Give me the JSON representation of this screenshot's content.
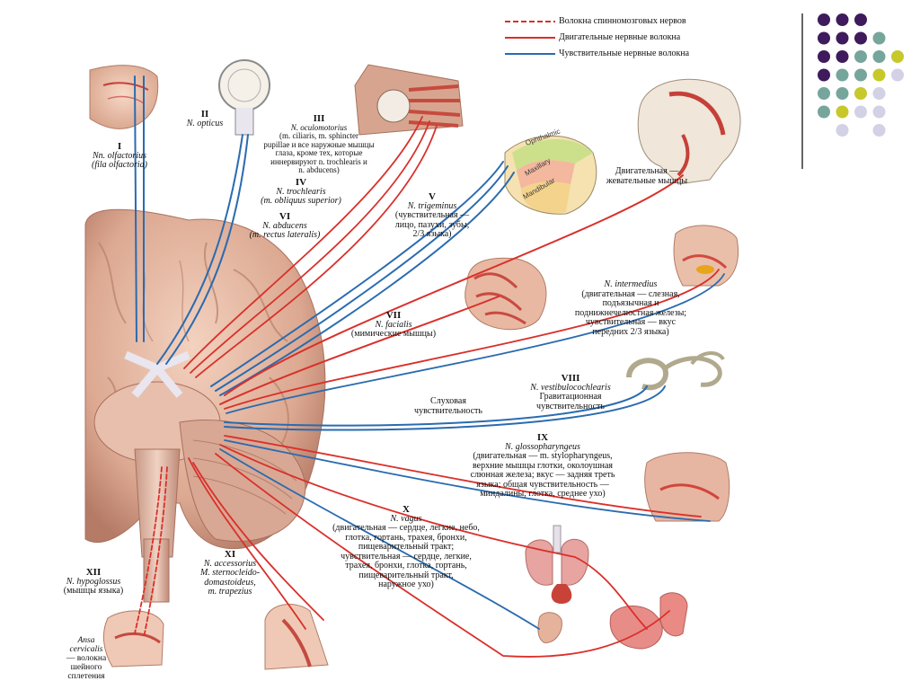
{
  "legend": {
    "spinomotor": "Волокна спинномозговых нервов",
    "motor": "Двигательные нервные волокна",
    "sensory": "Чувствительные нервные волокна"
  },
  "colors": {
    "motor": "#d9302a",
    "sensory": "#2a6bb0",
    "dot_purple": "#3f1a5c",
    "dot_teal": "#76a59c",
    "dot_yellow": "#c7c82a",
    "dot_lavender": "#d2d1e6"
  },
  "decor_dots": [
    [
      "purple",
      "purple",
      "purple",
      null,
      null
    ],
    [
      "purple",
      "purple",
      "purple",
      "teal",
      null
    ],
    [
      "purple",
      "purple",
      "teal",
      "teal",
      "yellow"
    ],
    [
      "purple",
      "teal",
      "teal",
      "yellow",
      "lavender"
    ],
    [
      "teal",
      "teal",
      "yellow",
      "lavender",
      null
    ],
    [
      "teal",
      "yellow",
      "lavender",
      "lavender",
      null
    ],
    [
      null,
      "lavender",
      null,
      "lavender",
      null
    ]
  ],
  "nerves": {
    "n1": {
      "num": "I",
      "latin": "Nn. olfactorius",
      "extra": "(fila olfactoria)"
    },
    "n2": {
      "num": "II",
      "latin": "N. opticus"
    },
    "n3": {
      "num": "III",
      "latin": "N. oculomotorius",
      "lines": [
        "(m. ciliaris, m. sphincter",
        "pupillae и все наружные мышцы",
        "глаза, кроме тех, которые",
        "иннервируют n. trochlearis и",
        "n. abducens)"
      ]
    },
    "n4": {
      "num": "IV",
      "latin": "N. trochlearis",
      "extra": "(m. obliquus superior)"
    },
    "n6": {
      "num": "VI",
      "latin": "N. abducens",
      "extra": "(m. rectus lateralis)"
    },
    "n5": {
      "num": "V",
      "latin": "N. trigeminus",
      "lines": [
        "(чувствительная —",
        "лицо, пазухи, зубы,",
        "2/3 языка)"
      ]
    },
    "n7": {
      "num": "VII",
      "latin": "N. facialis",
      "extra": "(мимические мышцы)"
    },
    "intermedius": {
      "latin": "N. intermedius",
      "lines": [
        "(двигательная — слезная,",
        "подъязычная и",
        "поднижнечелюстная железы;",
        "чувствительная — вкус",
        "передних 2/3 языка)"
      ]
    },
    "n8": {
      "num": "VIII",
      "latin": "N. vestibulocochlearis",
      "lines": [
        "Гравитационная",
        "чувствительность"
      ]
    },
    "hearing": {
      "lines": [
        "Слуховая",
        "чувствительность"
      ]
    },
    "n9": {
      "num": "IX",
      "latin": "N. glossopharyngeus",
      "lines": [
        "(двигательная — m. stylopharyngeus,",
        "верхние мышцы глотки, околоушная",
        "слюнная железа; вкус — задняя треть",
        "языка; общая чувствительность —",
        "миндалины, глотка, среднее ухо)"
      ]
    },
    "n10": {
      "num": "X",
      "latin": "N. vagus",
      "lines": [
        "(двигательная — сердце, легкие, небо,",
        "глотка, гортань, трахея, бронхи,",
        "пищеварительный тракт;",
        "чувствительная — сердце, легкие,",
        "трахея, бронхи, глотка, гортань,",
        "пищеварительный тракт,",
        "наружное ухо)"
      ]
    },
    "n11": {
      "num": "XI",
      "latin": "N. accessorius",
      "lines": [
        "M. sternocleido-",
        "domastoideus,",
        "m. trapezius"
      ]
    },
    "n12": {
      "num": "XII",
      "latin": "N. hypoglossus",
      "extra": "(мышцы языка)"
    },
    "ansa": {
      "latin": "Ansa",
      "latin2": "cervicalis",
      "lines": [
        "— волокна",
        "шейного",
        "сплетения"
      ]
    }
  },
  "trigeminal_branches": [
    "Ophthalmic",
    "Maxillary",
    "Mandibular"
  ],
  "masticatory": {
    "lines": [
      "Двигательная —",
      "жевательные мышцы"
    ]
  }
}
